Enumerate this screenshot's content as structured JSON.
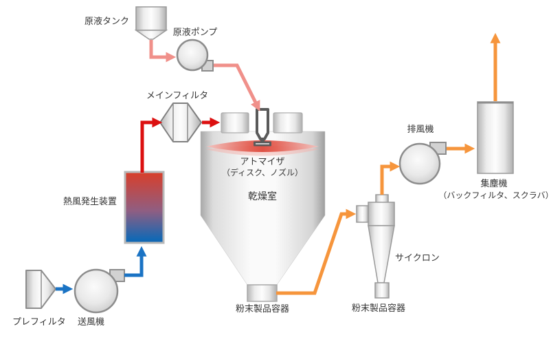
{
  "diagram": {
    "title": "spray-dryer-process-flow",
    "labels": {
      "feed_tank": "原液タンク",
      "feed_pump": "原液ポンプ",
      "main_filter": "メインフィルタ",
      "atomizer_line1": "アトマイザ",
      "atomizer_line2": "（ディスク、ノズル）",
      "drying_chamber": "乾燥室",
      "hot_air_generator": "熱風発生装置",
      "pre_filter": "プレフィルタ",
      "blower": "送風機",
      "powder_container_left": "粉末製品容器",
      "cyclone": "サイクロン",
      "powder_container_right": "粉末製品容器",
      "exhaust_fan": "排風機",
      "dust_collector_line1": "集塵機",
      "dust_collector_line2": "（バックフィルタ、スクラバ）"
    },
    "colors": {
      "feed_line": "#F0908A",
      "hot_air_line": "#DC1010",
      "supply_air_line": "#1A73C4",
      "powder_line": "#F6953C",
      "heater_top": "#D5402E",
      "heater_bottom": "#1268B4"
    }
  }
}
